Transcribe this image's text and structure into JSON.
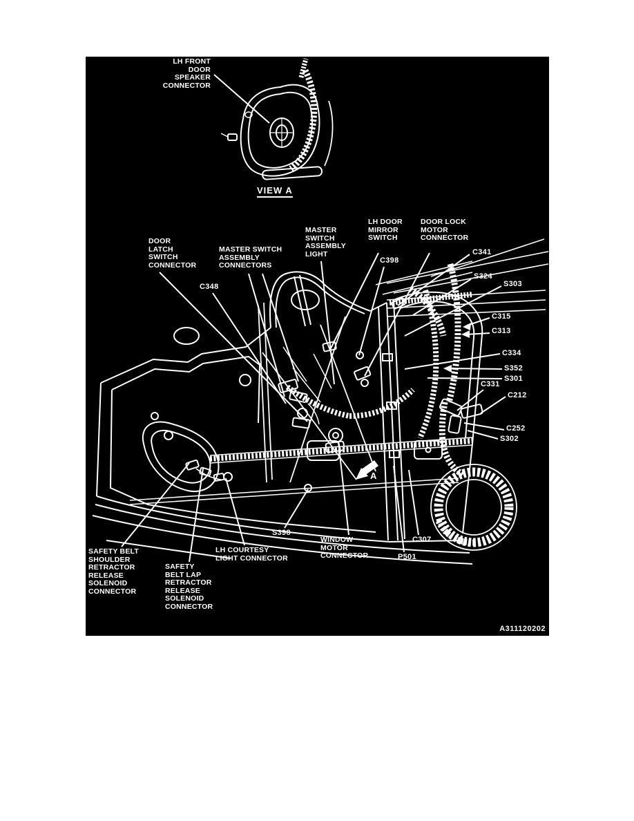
{
  "figure": {
    "drawing_number": "A311120202",
    "view_marker": "A",
    "inset": {
      "speaker_label": "LH FRONT\nDOOR\nSPEAKER\nCONNECTOR",
      "view_caption": "VIEW A"
    },
    "labels": {
      "door_latch_switch_connector": "DOOR\nLATCH\nSWITCH\nCONNECTOR",
      "master_switch_assembly_connectors": "MASTER SWITCH\nASSEMBLY\nCONNECTORS",
      "master_switch_assembly_light": "MASTER\nSWITCH\nASSEMBLY\nLIGHT",
      "lh_door_mirror_switch": "LH DOOR\nMIRROR\nSWITCH",
      "door_lock_motor_connector": "DOOR LOCK\nMOTOR\nCONNECTOR",
      "window_motor_connector": "WINDOW\nMOTOR\nCONNECTOR",
      "lh_courtesy_light_connector": "LH COURTESY\nLIGHT CONNECTOR",
      "safety_belt_shoulder_retractor": "SAFETY BELT\nSHOULDER\nRETRACTOR\nRELEASE\nSOLENOID\nCONNECTOR",
      "safety_belt_lap_retractor": "SAFETY\nBELT LAP\nRETRACTOR\nRELEASE\nSOLENOID\nCONNECTOR"
    },
    "codes": {
      "c348": "C348",
      "c398": "C398",
      "c341": "C341",
      "s324": "S324",
      "s303": "S303",
      "c315": "C315",
      "c313": "C313",
      "c334": "C334",
      "s352": "S352",
      "s301": "S301",
      "c331": "C331",
      "c212": "C212",
      "c252": "C252",
      "s302": "S302",
      "s398": "S398",
      "c307": "C307",
      "p501": "P501"
    },
    "colors": {
      "page": "#ffffff",
      "background": "#000000",
      "line": "#ffffff"
    }
  }
}
